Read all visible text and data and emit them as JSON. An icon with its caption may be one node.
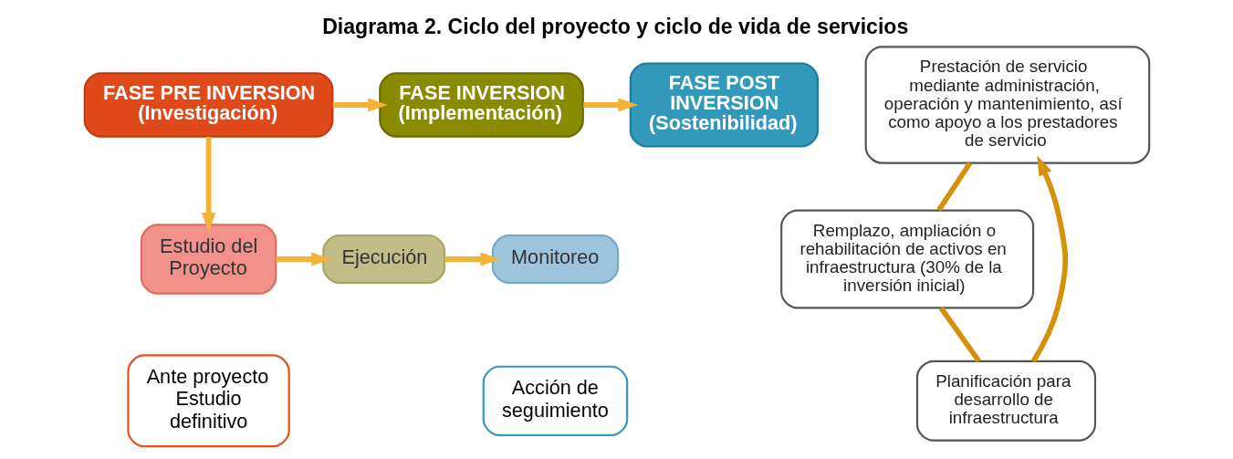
{
  "diagram": {
    "title": "Diagrama 2. Ciclo del proyecto y ciclo de vida de servicios",
    "nodes": [
      {
        "text": [
          "FASE PRE INVERSION",
          "(Investigación)"
        ]
      },
      {
        "text": [
          "FASE INVERSION",
          "(Implementación)"
        ]
      },
      {
        "text": [
          "FASE POST INVERSION",
          "(Sostenibilidad)"
        ]
      },
      {
        "text": [
          "Estudio del Proyecto"
        ]
      },
      {
        "text": [
          "Ante proyecto",
          "Estudio definitivo"
        ]
      },
      {
        "text": [
          "Ejecución"
        ]
      },
      {
        "text": [
          "Monitoreo"
        ]
      },
      {
        "text": [
          "Acción de seguimiento"
        ]
      },
      {
        "text": [
          "Prestación de servicio mediante administración, operación y mantenimiento, así como apoyo a los prestadores de servicio"
        ]
      },
      {
        "text": [
          "Remplazo, ampliación o rehabilitación de activos en infraestructura (30% de la inversión inicial)"
        ]
      },
      {
        "text": [
          "Planificación para desarrollo de infraestructura"
        ]
      }
    ],
    "edges": [
      {
        "from": 0,
        "to": 1,
        "arrow": "to"
      },
      {
        "from": 1,
        "to": 2,
        "arrow": "to"
      },
      {
        "from": 0,
        "to": 3,
        "arrow": "to"
      },
      {
        "from": 3,
        "to": 5,
        "arrow": "to"
      },
      {
        "from": 5,
        "to": 6,
        "arrow": "to"
      },
      {
        "from": 10,
        "to": 8,
        "arrow": "to",
        "color": "#d4920a"
      },
      {
        "from": 8,
        "to": 9,
        "arrow": "none",
        "color": "#d4920a"
      },
      {
        "from": 9,
        "to": 10,
        "arrow": "none",
        "color": "#d4920a"
      }
    ]
  }
}
